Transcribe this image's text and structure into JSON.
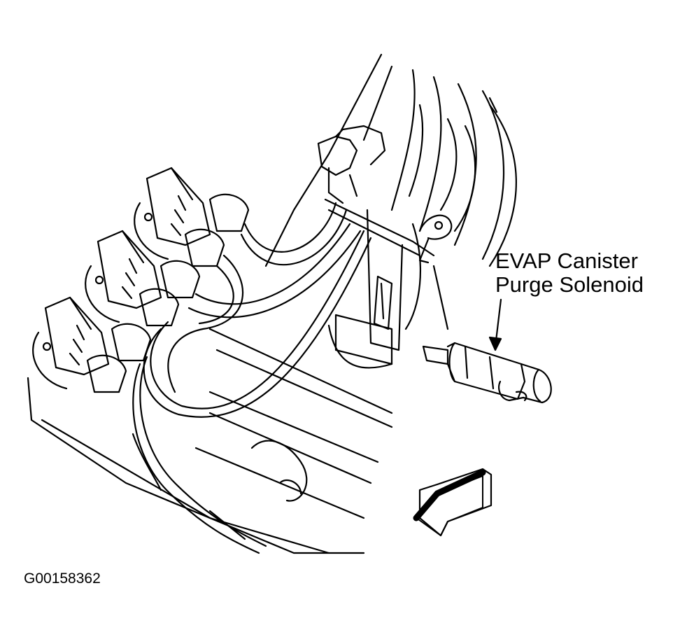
{
  "callout": {
    "line1": "EVAP Canister",
    "line2": "Purge Solenoid"
  },
  "figure_id": "G00158362",
  "colors": {
    "ink": "#000000",
    "paper": "#ffffff"
  }
}
